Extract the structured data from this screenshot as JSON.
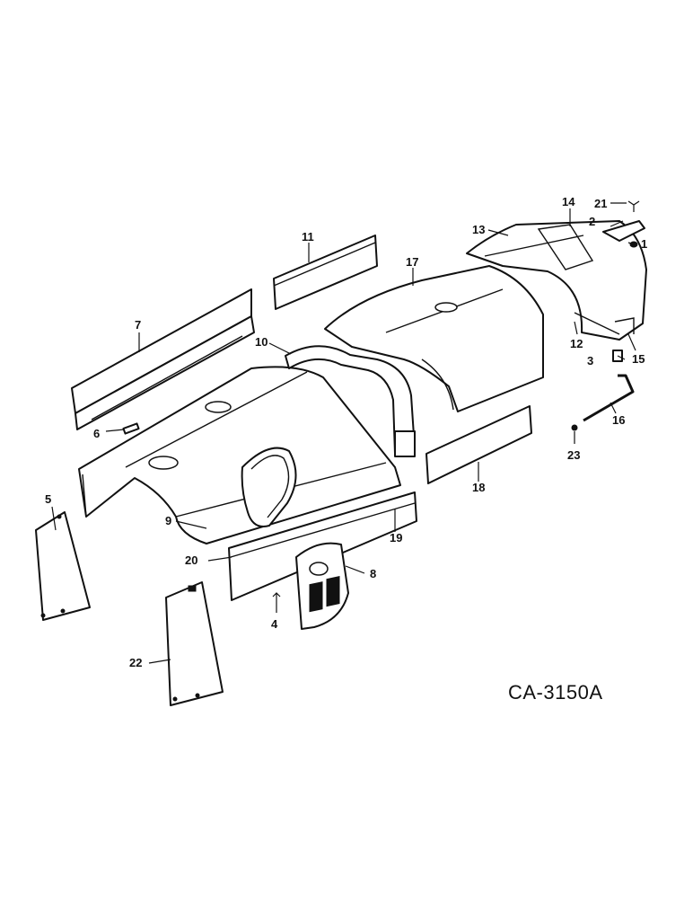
{
  "drawing_id": "CA-3150A",
  "callouts": [
    {
      "id": "c1",
      "label": "1"
    },
    {
      "id": "c2",
      "label": "2"
    },
    {
      "id": "c3",
      "label": "3"
    },
    {
      "id": "c4",
      "label": "4"
    },
    {
      "id": "c5",
      "label": "5"
    },
    {
      "id": "c6",
      "label": "6"
    },
    {
      "id": "c7",
      "label": "7"
    },
    {
      "id": "c8",
      "label": "8"
    },
    {
      "id": "c9",
      "label": "9"
    },
    {
      "id": "c10",
      "label": "10"
    },
    {
      "id": "c11",
      "label": "11"
    },
    {
      "id": "c12",
      "label": "12"
    },
    {
      "id": "c13",
      "label": "13"
    },
    {
      "id": "c14",
      "label": "14"
    },
    {
      "id": "c15",
      "label": "15"
    },
    {
      "id": "c16",
      "label": "16"
    },
    {
      "id": "c17",
      "label": "17"
    },
    {
      "id": "c18",
      "label": "18"
    },
    {
      "id": "c19",
      "label": "19"
    },
    {
      "id": "c20",
      "label": "20"
    },
    {
      "id": "c21",
      "label": "21"
    },
    {
      "id": "c22",
      "label": "22"
    },
    {
      "id": "c23",
      "label": "23"
    }
  ]
}
